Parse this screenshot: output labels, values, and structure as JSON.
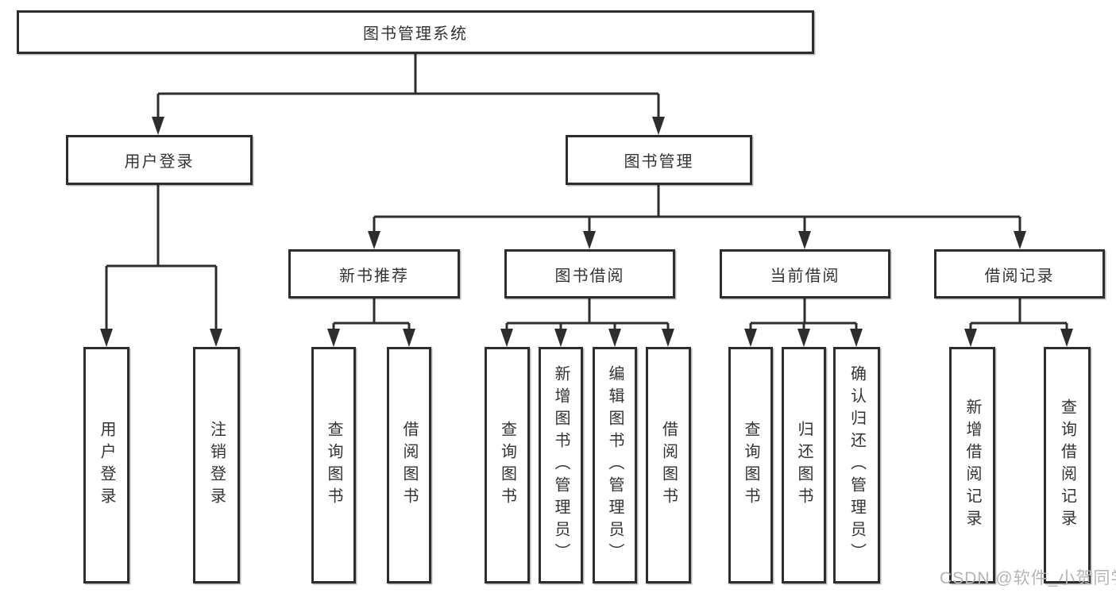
{
  "tree": {
    "label": "图书管理系统",
    "children": [
      {
        "label": "用户登录",
        "children": [
          {
            "label": "用户登录"
          },
          {
            "label": "注销登录"
          }
        ]
      },
      {
        "label": "图书管理",
        "children": [
          {
            "label": "新书推荐",
            "children": [
              {
                "label": "查询图书"
              },
              {
                "label": "借阅图书"
              }
            ]
          },
          {
            "label": "图书借阅",
            "children": [
              {
                "label": "查询图书"
              },
              {
                "label": "新增图书（管理员）"
              },
              {
                "label": "编辑图书（管理员）"
              },
              {
                "label": "借阅图书"
              }
            ]
          },
          {
            "label": "当前借阅",
            "children": [
              {
                "label": "查询图书"
              },
              {
                "label": "归还图书"
              },
              {
                "label": "确认归还（管理员）"
              }
            ]
          },
          {
            "label": "借阅记录",
            "children": [
              {
                "label": "新增借阅记录"
              },
              {
                "label": "查询借阅记录"
              }
            ]
          }
        ]
      }
    ]
  },
  "watermark": "CSDN @软件_小贺同学",
  "colors": {
    "line": "#2d2d2d",
    "text": "#333333",
    "canvas": "#ffffff",
    "watermark": "#b5b5b8"
  }
}
